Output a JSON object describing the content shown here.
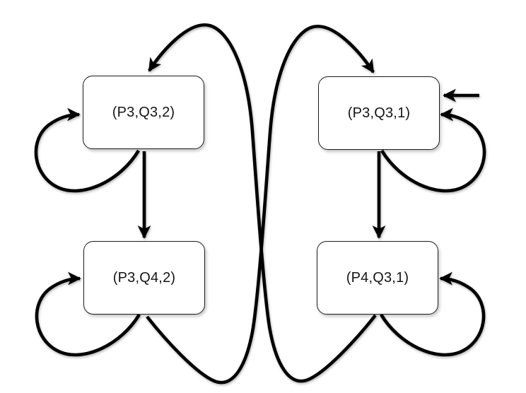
{
  "diagram": {
    "type": "state-transition-diagram",
    "nodes": [
      {
        "id": "n1",
        "label": "(P3,Q3,2)"
      },
      {
        "id": "n2",
        "label": "(P3,Q3,1)"
      },
      {
        "id": "n3",
        "label": "(P3,Q4,2)"
      },
      {
        "id": "n4",
        "label": "(P4,Q3,1)"
      }
    ],
    "edges": [
      {
        "from": "(P3,Q3,2)",
        "to": "(P3,Q3,2)",
        "type": "self-loop-left"
      },
      {
        "from": "(P3,Q3,2)",
        "to": "(P3,Q4,2)",
        "type": "straight-down"
      },
      {
        "from": "(P3,Q3,1)",
        "to": "(P3,Q3,1)",
        "type": "self-loop-right"
      },
      {
        "from": "(P3,Q3,1)",
        "to": "(P4,Q3,1)",
        "type": "straight-down"
      },
      {
        "from": "(P3,Q4,2)",
        "to": "(P3,Q4,2)",
        "type": "self-loop-left"
      },
      {
        "from": "(P3,Q4,2)",
        "to": "(P3,Q3,1)",
        "type": "crossing-curve"
      },
      {
        "from": "(P4,Q3,1)",
        "to": "(P4,Q3,1)",
        "type": "self-loop-right"
      },
      {
        "from": "(P4,Q3,1)",
        "to": "(P3,Q3,2)",
        "type": "crossing-curve"
      },
      {
        "from": "start",
        "to": "(P3,Q3,1)",
        "type": "initial-arrow"
      }
    ],
    "colors": {
      "stroke": "#000000",
      "node_fill": "#ffffff",
      "node_border": "#1c1c1c",
      "background": "#ffffff"
    }
  }
}
